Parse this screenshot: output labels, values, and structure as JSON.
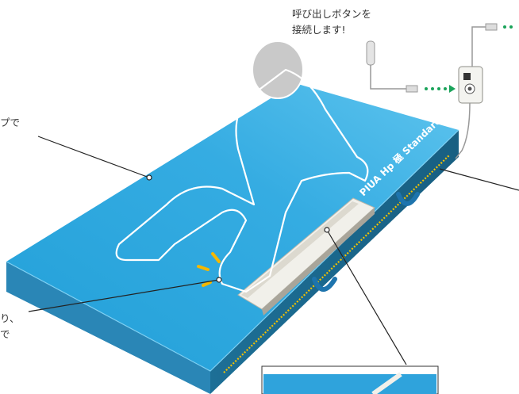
{
  "notes": {
    "call_button_line1": "呼び出しボタンを",
    "call_button_line2": "接続します!",
    "left_top_fragment": "プで",
    "left_bottom_line1": "り、",
    "left_bottom_line2": "で"
  },
  "mattress": {
    "brand_text": "PIUA Hp 極 Standard"
  },
  "colors": {
    "mattress_top": "#2fa3dc",
    "mattress_side": "#1d6f96",
    "mattress_end": "#2a86b6",
    "sensor_pad": "#f1f0ea",
    "handle": "#1e74ad",
    "stitch": "#f2c200",
    "arrow_dots": "#1aa35a",
    "spark": "#f5b800",
    "figure_fill": "#c9c9c9"
  },
  "icons": [
    "call-button-cable",
    "control-box",
    "dotted-arrow",
    "alert-spark"
  ]
}
